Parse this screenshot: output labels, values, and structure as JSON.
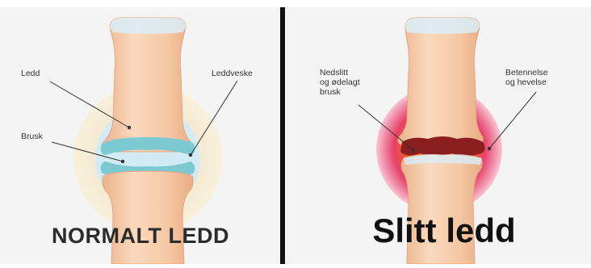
{
  "left_panel": {
    "labels": {
      "ledd": "Ledd",
      "leddveske": "Leddveske",
      "brusk": "Brusk"
    },
    "title": "NORMALT LEDD"
  },
  "right_panel": {
    "labels": {
      "worn": [
        "Nedslitt",
        "og ødelagt",
        "brusk"
      ],
      "inflammation": [
        "Betennelse",
        "og hevelse"
      ]
    },
    "title": "Slitt ledd"
  },
  "colors": {
    "bone": "#f6c9a6",
    "bone_shade": "#eab38c",
    "cartilage": "#7dc9d2",
    "capsule_light": "#dff0f6",
    "halo_cream": "#f7ebcf",
    "damaged_cartilage": "#8b1e1e",
    "inflammation_orange": "#ee6b2a",
    "inflammation_pink": "#e24a73"
  }
}
